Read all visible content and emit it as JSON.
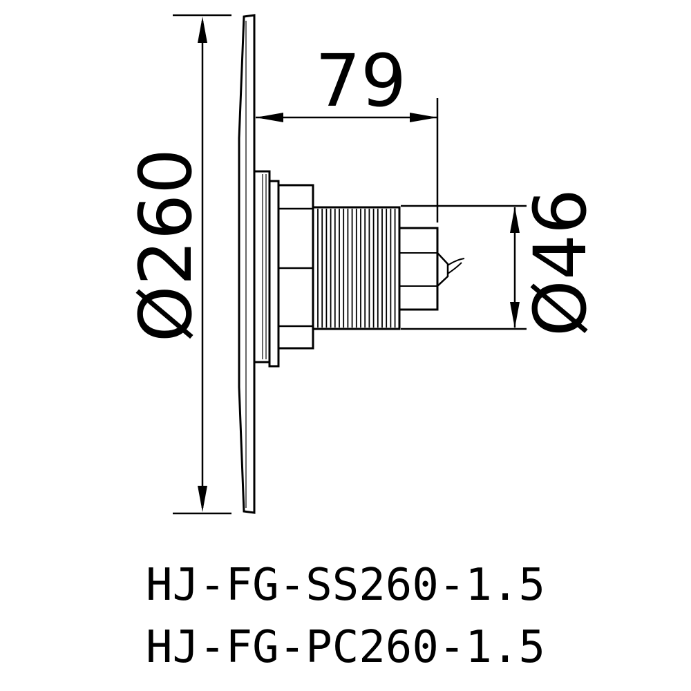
{
  "drawing": {
    "dimensions": {
      "diameter_plate": "Ø260",
      "length": "79",
      "diameter_body": "Ø46"
    },
    "colors": {
      "line": "#000000",
      "background": "#ffffff"
    }
  },
  "models": [
    "HJ-FG-SS260-1.5",
    "HJ-FG-PC260-1.5"
  ]
}
